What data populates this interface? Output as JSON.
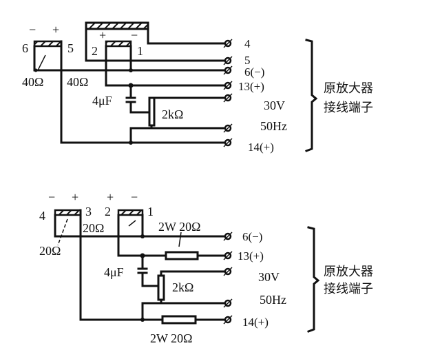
{
  "top_diagram": {
    "pot_left": {
      "pin_left": "6",
      "pin_right": "5",
      "sign_left": "−",
      "sign_right": "+",
      "value": "40Ω"
    },
    "pot_right": {
      "pin_left": "2",
      "pin_right": "1",
      "sign_left": "+",
      "sign_right": "−",
      "value": "40Ω"
    },
    "capacitor": "4μF",
    "trim_pot": "2kΩ",
    "terminals": [
      "4",
      "5",
      "6(−)",
      "13(+)",
      "14(+)"
    ],
    "supply_voltage": "30V",
    "supply_freq": "50Hz",
    "bracket_label_line1": "原放大器",
    "bracket_label_line2": "接线端子"
  },
  "bottom_diagram": {
    "pot_left": {
      "pin_left": "4",
      "pin_right": "3",
      "sign_left": "−",
      "sign_right": "+",
      "value": "20Ω"
    },
    "pot_right": {
      "pin_left": "2",
      "pin_right": "1",
      "sign_left": "+",
      "sign_right": "−",
      "value": "20Ω"
    },
    "resistor_top": "2W 20Ω",
    "resistor_bottom": "2W 20Ω",
    "capacitor": "4μF",
    "trim_pot": "2kΩ",
    "terminals": [
      "6(−)",
      "13(+)",
      "14(+)"
    ],
    "supply_voltage": "30V",
    "supply_freq": "50Hz",
    "bracket_label_line1": "原放大器",
    "bracket_label_line2": "接线端子"
  }
}
